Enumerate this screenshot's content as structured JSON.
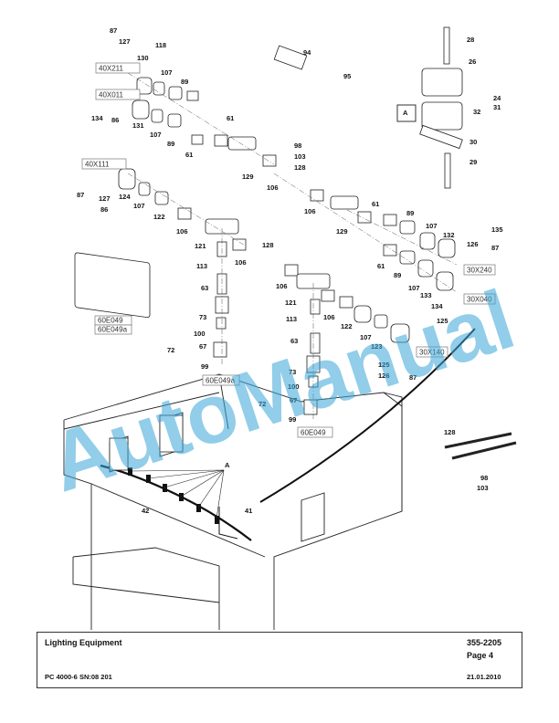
{
  "watermark": "AutoManual",
  "part_labels": [
    "87",
    "127",
    "118",
    "130",
    "107",
    "89",
    "134",
    "86",
    "131",
    "107",
    "89",
    "61",
    "61",
    "98",
    "103",
    "128",
    "129",
    "106",
    "87",
    "127",
    "86",
    "124",
    "107",
    "122",
    "106",
    "121",
    "113",
    "63",
    "73",
    "100",
    "67",
    "72",
    "99",
    "106",
    "128",
    "106",
    "121",
    "113",
    "106",
    "122",
    "63",
    "73",
    "100",
    "67",
    "72",
    "99",
    "107",
    "123",
    "125",
    "126",
    "87",
    "106",
    "129",
    "61",
    "89",
    "107",
    "135",
    "126",
    "87",
    "132",
    "61",
    "89",
    "107",
    "133",
    "134",
    "125",
    "94",
    "95",
    "28",
    "26",
    "24",
    "31",
    "32",
    "30",
    "29",
    "128",
    "98",
    "103",
    "42",
    "41",
    "A",
    "A"
  ],
  "ref_boxes": [
    "40X211",
    "40X011",
    "40X111",
    "60E049",
    "60E049a",
    "60E049a",
    "60E049",
    "30X240",
    "30X040",
    "30X140"
  ],
  "footer": {
    "title": "Lighting Equipment",
    "doc_number": "355-2205",
    "page": "Page 4",
    "model": "PC 4000-6 SN:08 201",
    "date": "21.01.2010"
  }
}
